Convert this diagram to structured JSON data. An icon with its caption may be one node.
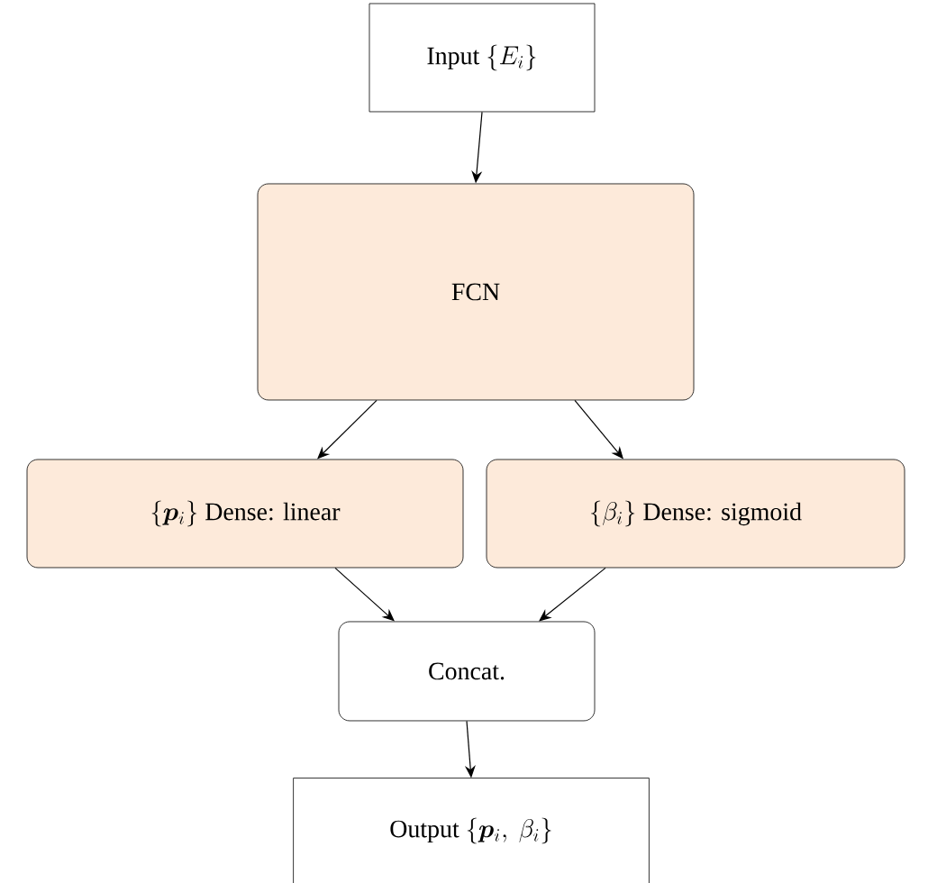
{
  "diagram": {
    "nodes": [
      {
        "text": [
          "Input",
          "\\left\\{E_i\\right\\}"
        ]
      },
      {
        "text": [
          "FCN"
        ]
      },
      {
        "text": [
          "\\{\\boldsymbol{p}_i\\}",
          "Dense: linear"
        ]
      },
      {
        "text": [
          "\\{\\beta_i\\}",
          "Dense: sigmoid"
        ]
      },
      {
        "text": [
          "Concat."
        ]
      },
      {
        "text": [
          "Output",
          "\\{\\boldsymbol{p}_i,\\ \\beta_i\\}"
        ]
      }
    ],
    "edges": [
      {
        "from": 0,
        "to": 1,
        "arrow": "to"
      },
      {
        "from": 1,
        "to": 2,
        "arrow": "to"
      },
      {
        "from": 1,
        "to": 3,
        "arrow": "to"
      },
      {
        "from": 2,
        "to": 4,
        "arrow": "to"
      },
      {
        "from": 3,
        "to": 4,
        "arrow": "to"
      },
      {
        "from": 4,
        "to": 5,
        "arrow": "to"
      }
    ]
  }
}
